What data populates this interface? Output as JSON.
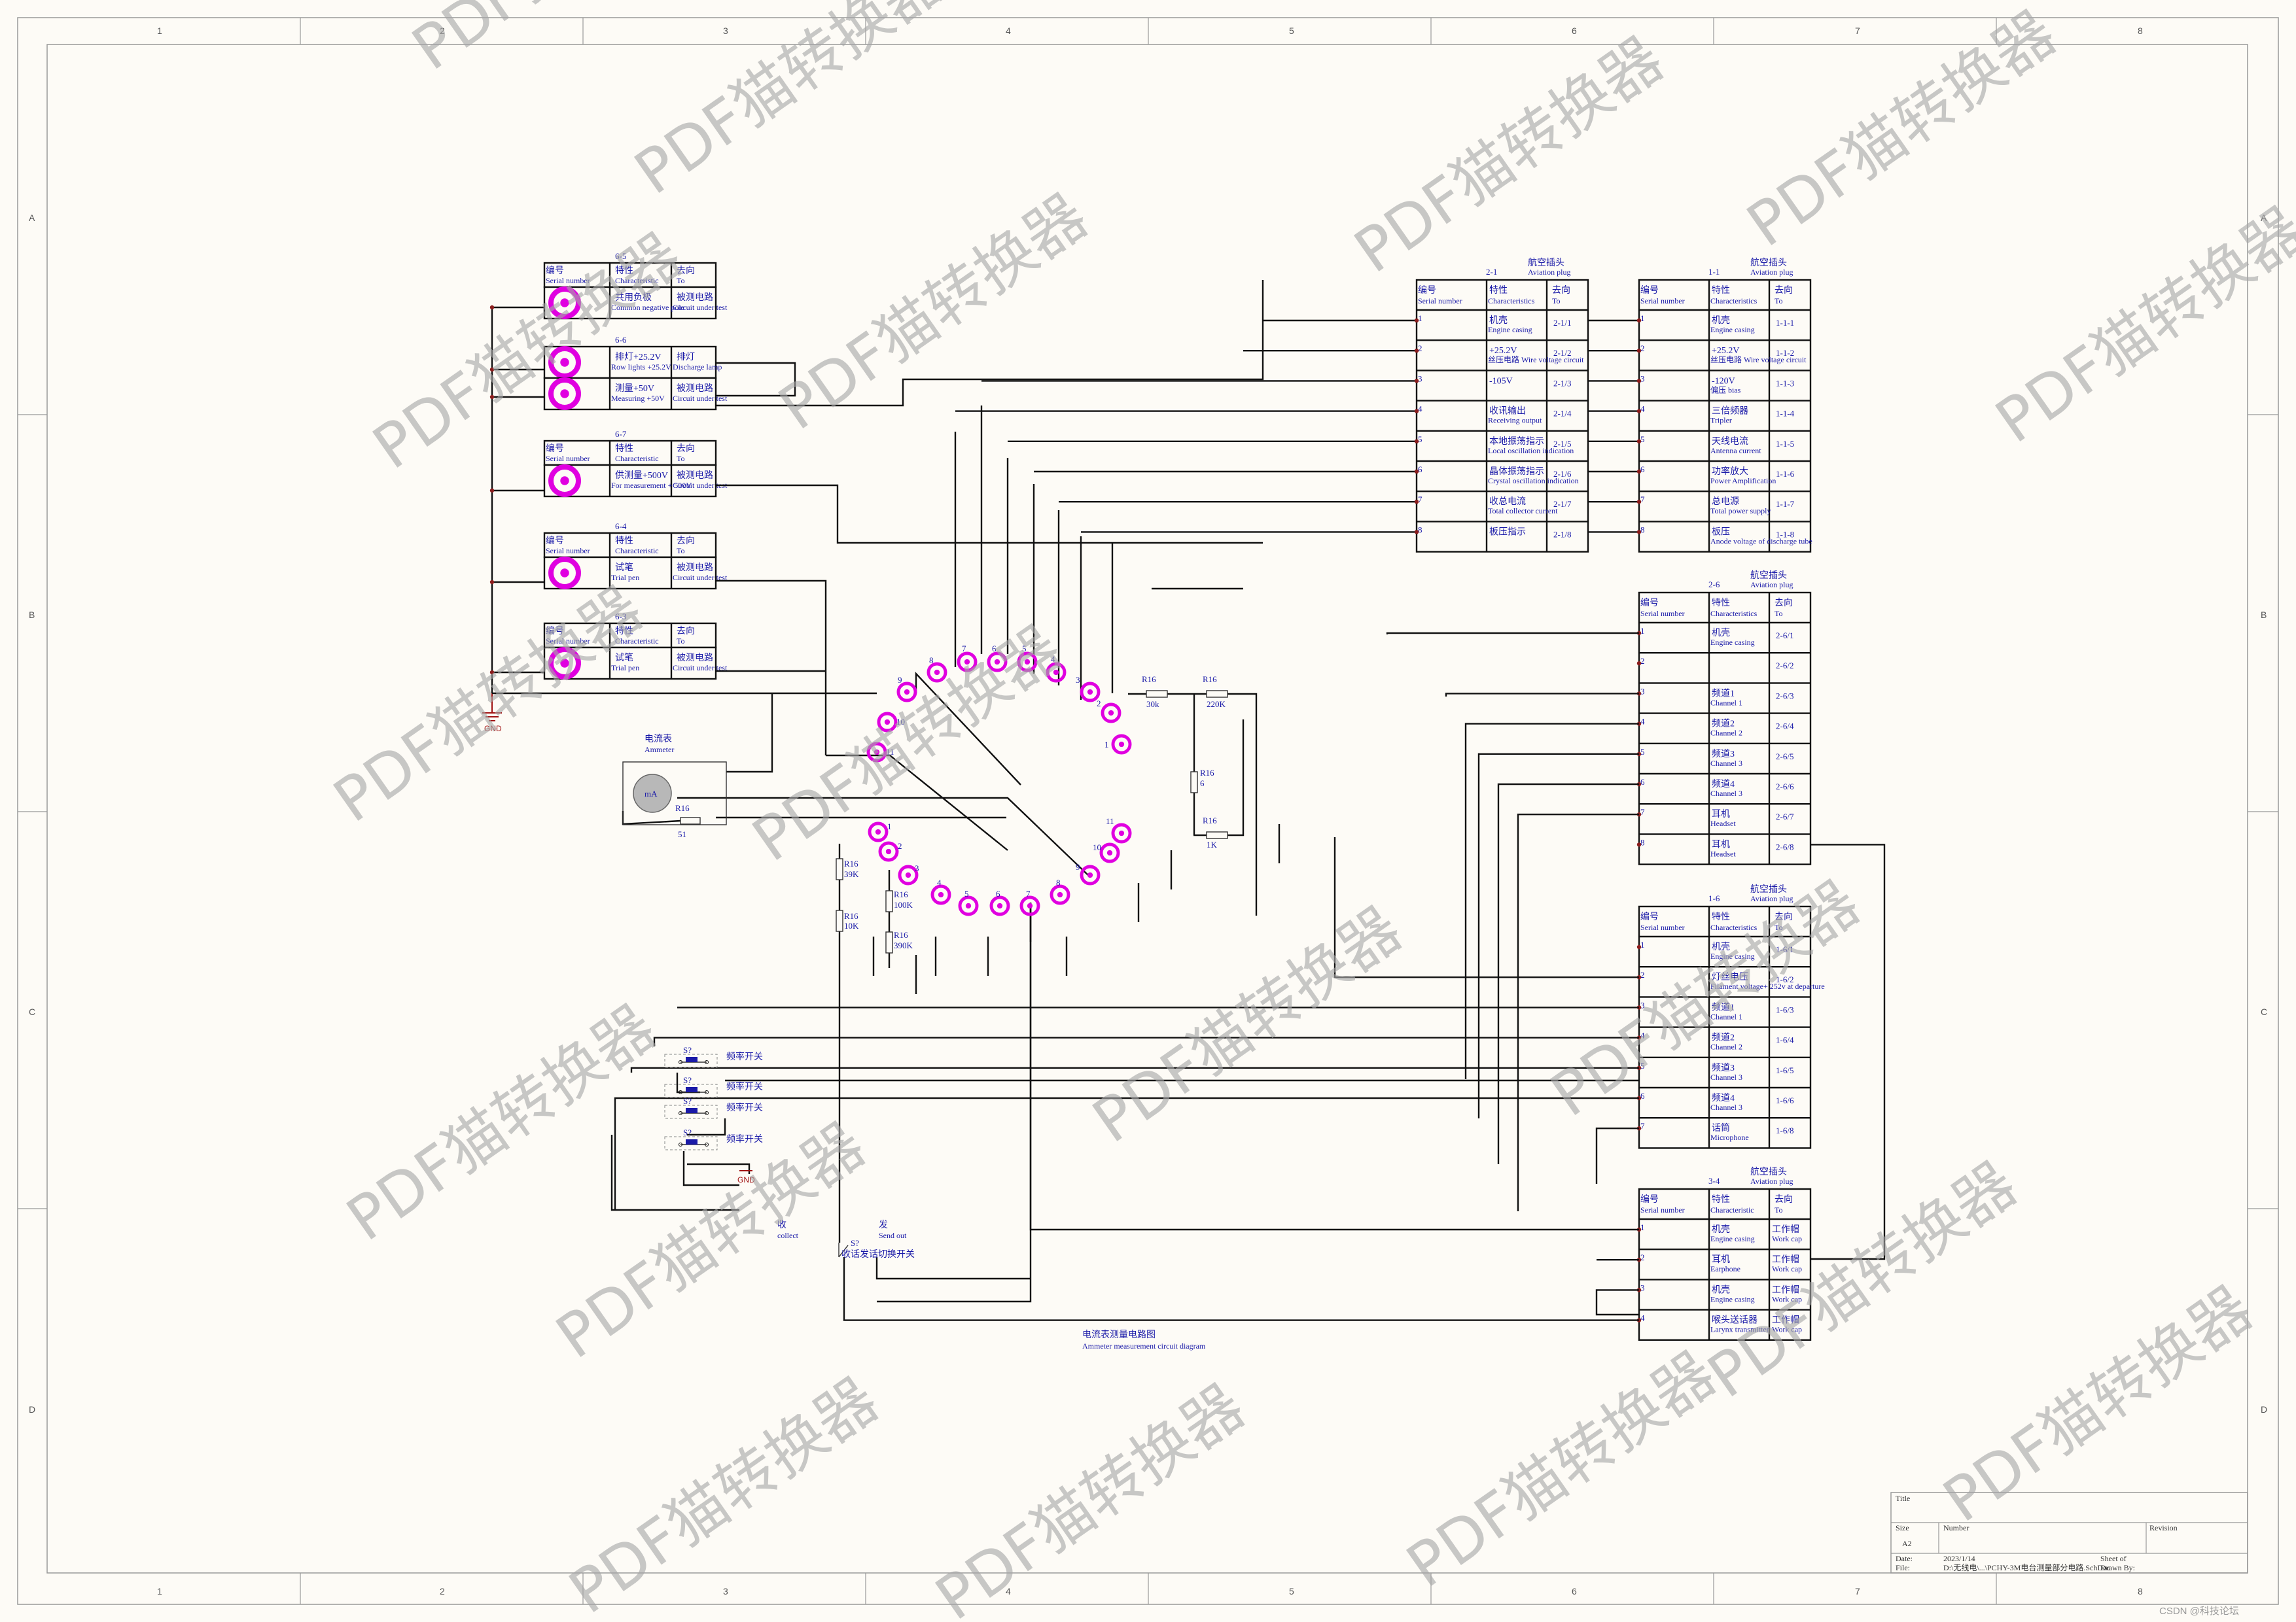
{
  "frame": {
    "columns": [
      "1",
      "2",
      "3",
      "4",
      "5",
      "6",
      "7",
      "8"
    ],
    "rows": [
      "A",
      "B",
      "C",
      "D"
    ]
  },
  "colors": {
    "wire": "#111111",
    "terminal": "#e000e0",
    "text": "#1a1aa8",
    "ground": "#a01212",
    "watermark": "#a6a6a6"
  },
  "test_jacks": [
    {
      "id": "6-5",
      "header": {
        "no_cn": "编号",
        "no_en": "Serial number",
        "char_cn": "特性",
        "char_en": "Characteristic",
        "to_cn": "去向",
        "to_en": "To"
      },
      "rows": [
        {
          "char_cn": "共用负极",
          "char_en": "Common negative pole",
          "to_cn": "被测电路",
          "to_en": "Circuit under test"
        }
      ]
    },
    {
      "id": "6-6",
      "header": null,
      "rows": [
        {
          "char_cn": "排灯+25.2V",
          "char_en": "Row lights +25.2V",
          "to_cn": "排灯",
          "to_en": "Discharge lamp"
        },
        {
          "char_cn": "测量+50V",
          "char_en": "Measuring +50V",
          "to_cn": "被测电路",
          "to_en": "Circuit under test"
        }
      ]
    },
    {
      "id": "6-7",
      "header": {
        "no_cn": "编号",
        "no_en": "Serial number",
        "char_cn": "特性",
        "char_en": "Characteristic",
        "to_cn": "去向",
        "to_en": "To"
      },
      "rows": [
        {
          "char_cn": "供测量+500V",
          "char_en": "For measurement + 500V",
          "to_cn": "被测电路",
          "to_en": "Circuit under test"
        }
      ]
    },
    {
      "id": "6-4",
      "header": {
        "no_cn": "编号",
        "no_en": "Serial number",
        "char_cn": "特性",
        "char_en": "Characteristic",
        "to_cn": "去向",
        "to_en": "To"
      },
      "rows": [
        {
          "char_cn": "试笔",
          "char_en": "Trial pen",
          "to_cn": "被测电路",
          "to_en": "Circuit under test"
        }
      ]
    },
    {
      "id": "6-3",
      "header": {
        "no_cn": "编号",
        "no_en": "Serial number",
        "char_cn": "特性",
        "char_en": "Characteristic",
        "to_cn": "去向",
        "to_en": "To"
      },
      "rows": [
        {
          "char_cn": "试笔",
          "char_en": "Trial pen",
          "to_cn": "被测电路",
          "to_en": "Circuit under test"
        }
      ]
    }
  ],
  "plug_tables": [
    {
      "id": "2-1",
      "title_cn": "航空插头",
      "title_en": "Aviation plug",
      "header": {
        "no_cn": "编号",
        "no_en": "Serial number",
        "char_cn": "特性",
        "char_en": "Characteristics",
        "to_cn": "去向",
        "to_en": "To"
      },
      "rows": [
        {
          "no": "1",
          "cn": "机壳",
          "en": "Engine casing",
          "to": "2-1/1"
        },
        {
          "no": "2",
          "cn": "+25.2V",
          "en": "丝压电路 Wire voltage circuit",
          "to": "2-1/2"
        },
        {
          "no": "3",
          "cn": "-105V",
          "en": "",
          "to": "2-1/3"
        },
        {
          "no": "4",
          "cn": "收讯输出",
          "en": "Receiving output",
          "to": "2-1/4"
        },
        {
          "no": "5",
          "cn": "本地振荡指示",
          "en": "Local oscillation indication",
          "to": "2-1/5"
        },
        {
          "no": "6",
          "cn": "晶体振荡指示",
          "en": "Crystal oscillation indication",
          "to": "2-1/6"
        },
        {
          "no": "7",
          "cn": "收总电流",
          "en": "Total collector current",
          "to": "2-1/7"
        },
        {
          "no": "8",
          "cn": "板压指示",
          "en": "",
          "to": "2-1/8"
        }
      ]
    },
    {
      "id": "1-1",
      "title_cn": "航空插头",
      "title_en": "Aviation plug",
      "header": {
        "no_cn": "编号",
        "no_en": "Serial number",
        "char_cn": "特性",
        "char_en": "Characteristics",
        "to_cn": "去向",
        "to_en": "To"
      },
      "rows": [
        {
          "no": "1",
          "cn": "机壳",
          "en": "Engine casing",
          "to": "1-1-1"
        },
        {
          "no": "2",
          "cn": "+25.2V",
          "en": "丝压电路 Wire voltage circuit",
          "to": "1-1-2"
        },
        {
          "no": "3",
          "cn": "-120V",
          "en": "偏压 bias",
          "to": "1-1-3"
        },
        {
          "no": "4",
          "cn": "三倍频器",
          "en": "Tripler",
          "to": "1-1-4"
        },
        {
          "no": "5",
          "cn": "天线电流",
          "en": "Antenna current",
          "to": "1-1-5"
        },
        {
          "no": "6",
          "cn": "功率放大",
          "en": "Power Amplification",
          "to": "1-1-6"
        },
        {
          "no": "7",
          "cn": "总电源",
          "en": "Total power supply",
          "to": "1-1-7"
        },
        {
          "no": "8",
          "cn": "板压",
          "en": "Anode voltage of discharge tube",
          "to": "1-1-8"
        }
      ]
    },
    {
      "id": "2-6",
      "title_cn": "航空插头",
      "title_en": "Aviation plug",
      "header": {
        "no_cn": "编号",
        "no_en": "Serial number",
        "char_cn": "特性",
        "char_en": "Characteristics",
        "to_cn": "去向",
        "to_en": "To"
      },
      "rows": [
        {
          "no": "1",
          "cn": "机壳",
          "en": "Engine casing",
          "to": "2-6/1"
        },
        {
          "no": "2",
          "cn": "",
          "en": "",
          "to": "2-6/2"
        },
        {
          "no": "3",
          "cn": "频道1",
          "en": "Channel 1",
          "to": "2-6/3"
        },
        {
          "no": "4",
          "cn": "频道2",
          "en": "Channel 2",
          "to": "2-6/4"
        },
        {
          "no": "5",
          "cn": "频道3",
          "en": "Channel 3",
          "to": "2-6/5"
        },
        {
          "no": "6",
          "cn": "频道4",
          "en": "Channel 3",
          "to": "2-6/6"
        },
        {
          "no": "7",
          "cn": "耳机",
          "en": "Headset",
          "to": "2-6/7"
        },
        {
          "no": "8",
          "cn": "耳机",
          "en": "Headset",
          "to": "2-6/8"
        }
      ]
    },
    {
      "id": "1-6",
      "title_cn": "航空插头",
      "title_en": "Aviation plug",
      "header": {
        "no_cn": "编号",
        "no_en": "Serial number",
        "char_cn": "特性",
        "char_en": "Characteristics",
        "to_cn": "去向",
        "to_en": "To"
      },
      "rows": [
        {
          "no": "1",
          "cn": "机壳",
          "en": "Engine casing",
          "to": "1-6/1"
        },
        {
          "no": "2",
          "cn": "灯丝电压",
          "en": "Filament voltage+ 252v at departure",
          "to": "1-6/2"
        },
        {
          "no": "3",
          "cn": "频道1",
          "en": "Channel 1",
          "to": "1-6/3"
        },
        {
          "no": "4",
          "cn": "频道2",
          "en": "Channel 2",
          "to": "1-6/4"
        },
        {
          "no": "5",
          "cn": "频道3",
          "en": "Channel 3",
          "to": "1-6/5"
        },
        {
          "no": "6",
          "cn": "频道4",
          "en": "Channel 3",
          "to": "1-6/6"
        },
        {
          "no": "7",
          "cn": "话筒",
          "en": "Microphone",
          "to": "1-6/8"
        }
      ]
    },
    {
      "id": "3-4",
      "title_cn": "航空插头",
      "title_en": "Aviation plug",
      "header": {
        "no_cn": "编号",
        "no_en": "Serial number",
        "char_cn": "特性",
        "char_en": "Characteristic",
        "to_cn": "去向",
        "to_en": "To"
      },
      "rows": [
        {
          "no": "1",
          "cn": "机壳",
          "en": "Engine casing",
          "to_cn": "工作帽",
          "to_en": "Work cap"
        },
        {
          "no": "2",
          "cn": "耳机",
          "en": "Earphone",
          "to_cn": "工作帽",
          "to_en": "Work cap"
        },
        {
          "no": "3",
          "cn": "机壳",
          "en": "Engine casing",
          "to_cn": "工作帽",
          "to_en": "Work cap"
        },
        {
          "no": "4",
          "cn": "喉头送话器",
          "en": "Larynx transmitter",
          "to_cn": "工作帽",
          "to_en": "Work cap"
        }
      ]
    }
  ],
  "rotary_upper": [
    "1",
    "2",
    "3",
    "4",
    "5",
    "6",
    "7",
    "8",
    "9",
    "10",
    "11"
  ],
  "rotary_lower": [
    "1",
    "2",
    "3",
    "4",
    "5",
    "6",
    "7",
    "8",
    "9",
    "10",
    "11"
  ],
  "components": {
    "ammeter_cn": "电流表",
    "ammeter_en": "Ammeter",
    "ammeter_symbol": "mA",
    "r_series": {
      "ref": "R16",
      "value": "51"
    },
    "r_30k": {
      "ref": "R16",
      "value": "30k"
    },
    "r_220k": {
      "ref": "R16",
      "value": "220K"
    },
    "r_6": {
      "ref": "R16",
      "value": "6"
    },
    "r_1k": {
      "ref": "R16",
      "value": "1K"
    },
    "r_39k": {
      "ref": "R16",
      "value": "39K"
    },
    "r_10k": {
      "ref": "R16",
      "value": "10K"
    },
    "r_100k": {
      "ref": "R16",
      "value": "100K"
    },
    "r_390k": {
      "ref": "R16",
      "value": "390K"
    },
    "switch_ref": "S?",
    "switch_cn": "频率开关",
    "tr_switch_ref": "S?",
    "tr_switch_cn": "收话发话切换开关",
    "collect_cn": "收",
    "collect_en": "collect",
    "send_cn": "发",
    "send_en": "Send out",
    "gnd": "GND"
  },
  "caption": {
    "cn": "电流表测量电路图",
    "en": "Ammeter measurement circuit diagram"
  },
  "title_block": {
    "title_label": "Title",
    "size_label": "Size",
    "size_value": "A2",
    "number_label": "Number",
    "revision_label": "Revision",
    "date_label": "Date:",
    "date_value": "2023/1/14",
    "file_label": "File:",
    "file_value": "D:\\无线电\\...\\PCHY-3M电台测量部分电路.SchDoc",
    "sheet_label": "Sheet    of",
    "drawn_label": "Drawn By:"
  },
  "watermark_text": "PDF猫转换器",
  "credit": "CSDN @科技论坛"
}
